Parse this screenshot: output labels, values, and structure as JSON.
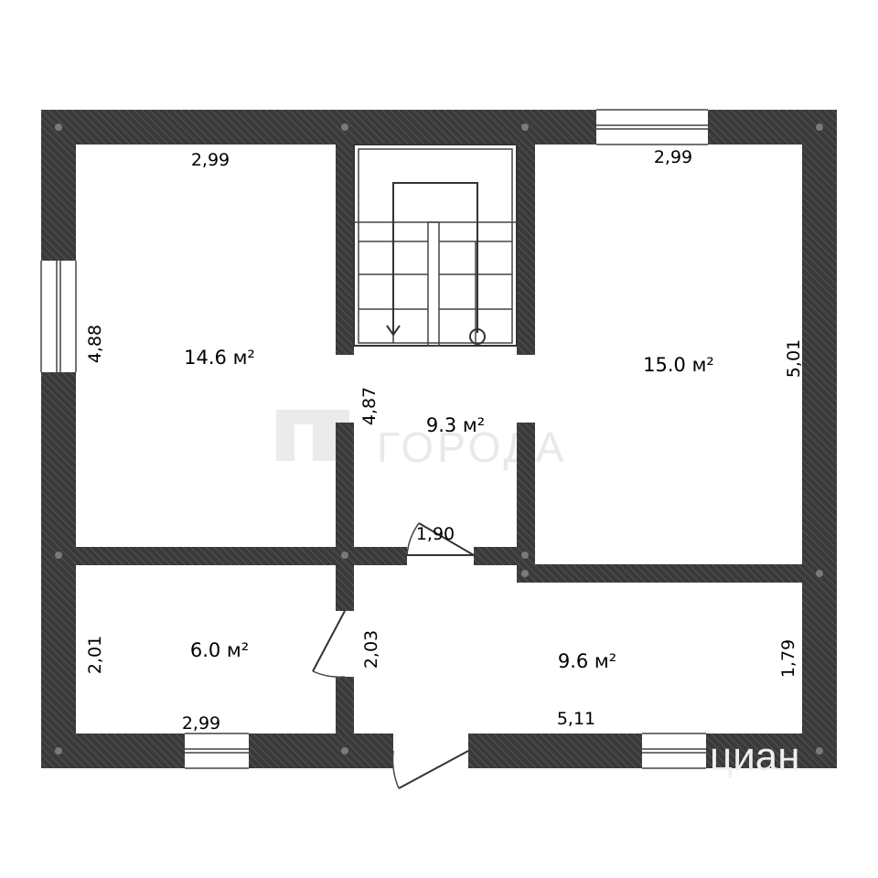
{
  "rooms": [
    {
      "id": "room-top-left",
      "area": "14.6 м²"
    },
    {
      "id": "room-top-right",
      "area": "15.0 м²"
    },
    {
      "id": "hall",
      "area": "9.3 м²"
    },
    {
      "id": "room-bottom-left",
      "area": "6.0 м²"
    },
    {
      "id": "room-bottom-right",
      "area": "9.6 м²"
    }
  ],
  "dimensions": {
    "top_left_width": "2,99",
    "top_right_width": "2,99",
    "left_height": "4,88",
    "right_height": "5,01",
    "hall_height": "4,87",
    "hall_width": "1,90",
    "bottom_left_height": "2,01",
    "bottom_left_width": "2,99",
    "bottom_mid_height": "2,03",
    "bottom_right_width": "5,11",
    "bottom_right_height": "1,79"
  },
  "watermarks": {
    "center": "ГОРОДА",
    "corner": "циан"
  },
  "colors": {
    "wall": "#3a3a3a",
    "hatch": "#555555",
    "background": "#ffffff"
  }
}
